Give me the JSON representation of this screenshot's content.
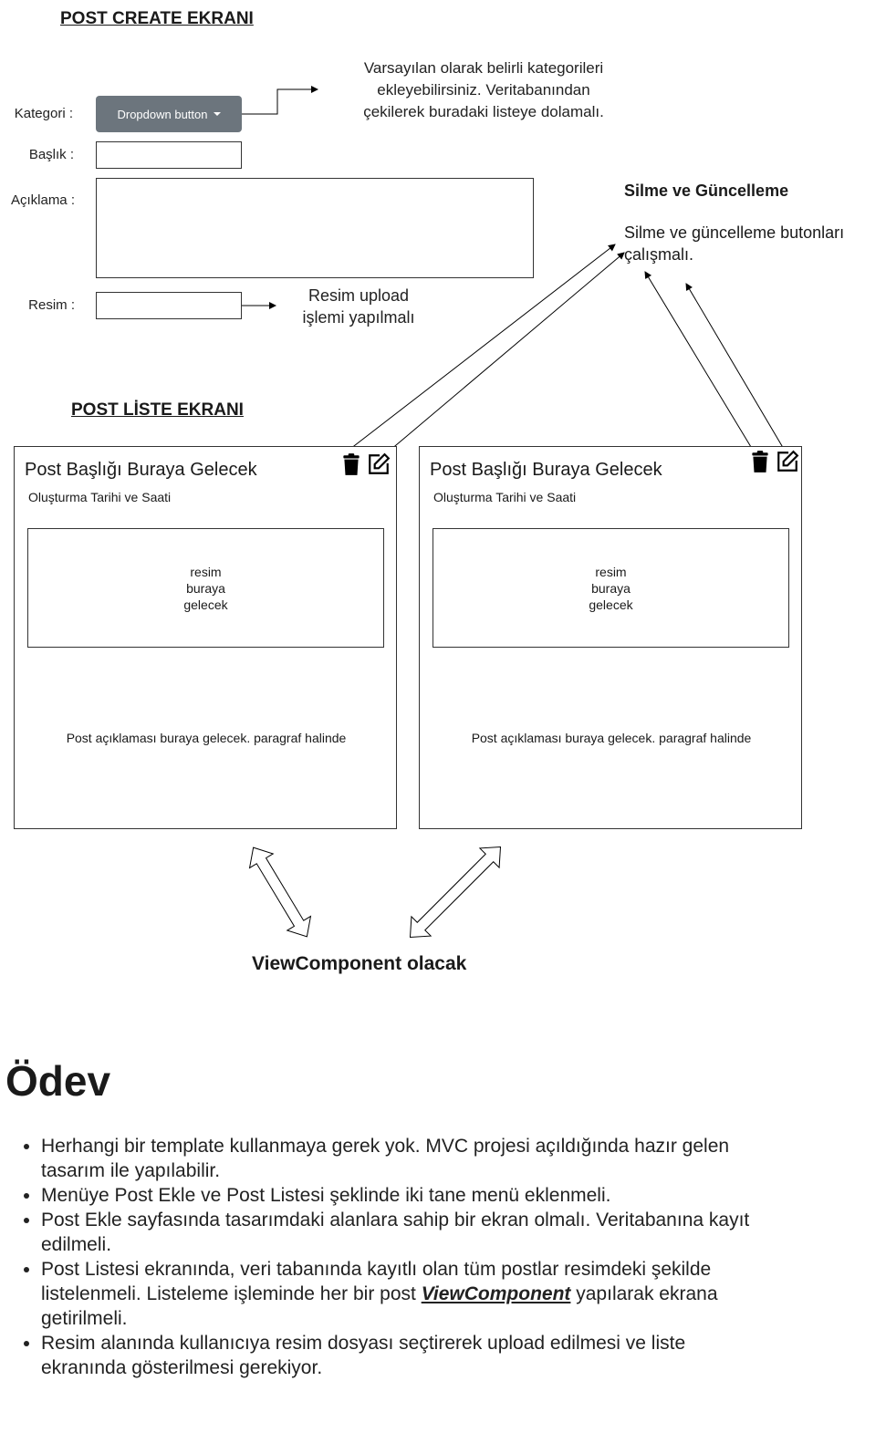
{
  "create": {
    "title": "POST CREATE EKRANI",
    "labels": {
      "kategori": "Kategori :",
      "baslik": "Başlık :",
      "aciklama": "Açıklama :",
      "resim": "Resim :"
    },
    "dropdown_label": "Dropdown button",
    "category_note": "Varsayılan olarak belirli kategorileri\nekleyebilirsiniz. Veritabanından\nçekilerek buradaki listeye dolamalı.",
    "upload_note": "Resim upload\nişlemi yapılmalı"
  },
  "actions_note": {
    "title": "Silme ve Güncelleme",
    "text": "Silme ve güncelleme butonları\nçalışmalı."
  },
  "list": {
    "title": "POST LİSTE EKRANI",
    "cards": [
      {
        "title": "Post Başlığı Buraya Gelecek",
        "date": "Oluşturma Tarihi ve Saati",
        "image_placeholder": "resim\nburaya\ngelecek",
        "description": "Post açıklaması buraya gelecek. paragraf halinde"
      },
      {
        "title": "Post Başlığı Buraya Gelecek",
        "date": "Oluşturma Tarihi ve Saati",
        "image_placeholder": "resim\nburaya\ngelecek",
        "description": "Post açıklaması buraya gelecek. paragraf halinde"
      }
    ]
  },
  "viewcomponent_note": "ViewComponent olacak",
  "homework": {
    "title": "Ödev",
    "items": [
      "Herhangi bir template kullanmaya gerek yok. MVC projesi açıldığında hazır gelen tasarım ile yapılabilir.",
      "Menüye Post Ekle ve Post Listesi şeklinde iki tane menü eklenmeli.",
      "Post Ekle sayfasında tasarımdaki alanlara sahip bir ekran olmalı. Veritabanına kayıt edilmeli."
    ],
    "item4_before": "Post Listesi ekranında, veri tabanında kayıtlı olan tüm postlar resimdeki şekilde listelenmeli. Listeleme işleminde her bir post ",
    "item4_emphasis": "ViewComponent",
    "item4_after": " yapılarak ekrana getirilmeli.",
    "item5": "Resim alanında kullanıcıya resim dosyası seçtirerek upload edilmesi ve liste ekranında gösterilmesi gerekiyor."
  }
}
